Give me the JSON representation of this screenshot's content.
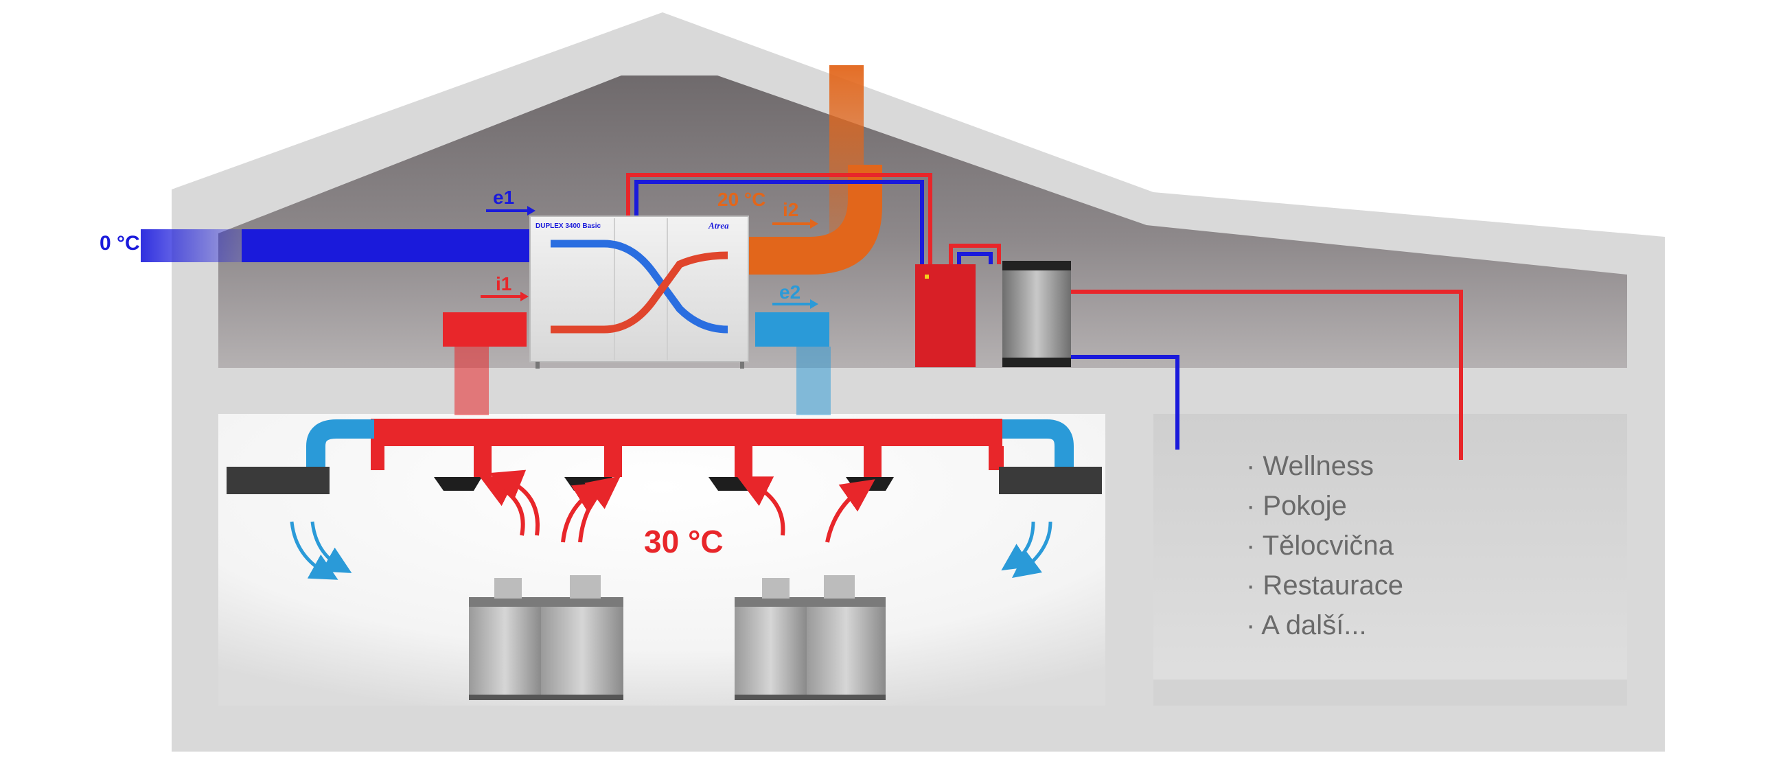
{
  "labels": {
    "outdoor_temp": "0 °C",
    "e1": "e1",
    "i1": "i1",
    "i2": "i2",
    "e2": "e2",
    "supply_temp": "20 °C",
    "kitchen_temp": "30 °C"
  },
  "unit": {
    "model": "DUPLEX 3400 Basic",
    "brand": "Atrea"
  },
  "rooms": [
    "· Wellness",
    "· Pokoje",
    "· Tělocvična",
    "· Restaurace",
    "· A další..."
  ],
  "colors": {
    "cold_air": "#1a1adb",
    "warm_air": "#e8262a",
    "fresh_air": "#e2661b",
    "exhaust_air": "#2a9ad8",
    "building": "#d9d9d9",
    "attic": "#8a8487",
    "kitchen": "#f6f6f6",
    "room_text": "#6a6a6a"
  },
  "icons": [
    "cooking-range-icon",
    "curved-arrow-icon",
    "extraction-hood-icon"
  ]
}
